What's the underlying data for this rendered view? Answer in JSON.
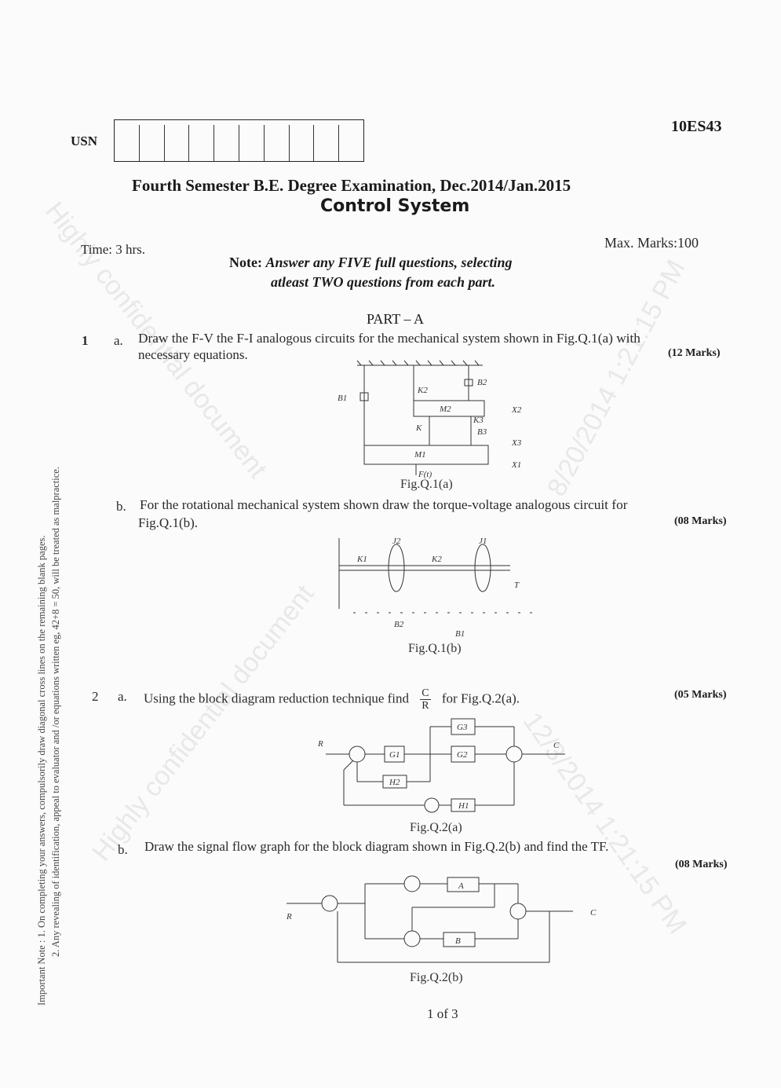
{
  "header": {
    "usn_label": "USN",
    "usn_boxes": 10,
    "subject_code": "10ES43",
    "exam_title": "Fourth Semester B.E. Degree Examination, Dec.2014/Jan.2015",
    "subject_name": "Control System",
    "time": "Time: 3 hrs.",
    "max_marks": "Max. Marks:100",
    "note_label": "Note:",
    "note_line1": "Answer any FIVE full questions, selecting",
    "note_line2": "atleast TWO questions from each part."
  },
  "side_note": {
    "line1": "Important Note : 1.  On completing your answers, compulsorily draw diagonal cross lines on the remaining blank pages.",
    "line2": "2. Any revealing of identification, appeal to evaluator and /or equations written eg, 42+8 = 50, will be treated as malpractice."
  },
  "watermark": "Highly confidential document - 8/20/2014 1:21:15 PM",
  "part_a": {
    "heading": "PART – A",
    "q1": {
      "number": "1",
      "a_label": "a.",
      "a_text1": "Draw the F-V the F-I analogous circuits for the mechanical system shown in Fig.Q.1(a) with",
      "a_text2": "necessary equations.",
      "a_marks": "(12 Marks)",
      "fig_a_caption": "Fig.Q.1(a)",
      "fig_a_labels": {
        "b1": "B1",
        "k2": "K2",
        "b2": "B2",
        "m2": "M2",
        "k": "K",
        "k3": "K3",
        "b3": "B3",
        "m1": "M1",
        "f": "F(t)",
        "x1": "X1",
        "x2": "X2",
        "x3": "X3"
      },
      "b_label": "b.",
      "b_text1": "For the rotational mechanical system shown draw the torque-voltage analogous circuit for",
      "b_text2": "Fig.Q.1(b).",
      "b_marks": "(08 Marks)",
      "fig_b_caption": "Fig.Q.1(b)",
      "fig_b_labels": {
        "j2": "J2",
        "j1": "J1",
        "k1": "K1",
        "k2": "K2",
        "t": "T",
        "b2": "B2",
        "b1": "B1"
      }
    },
    "q2": {
      "number": "2",
      "a_label": "a.",
      "a_text": "Using the block diagram reduction technique find",
      "a_frac_num": "C",
      "a_frac_den": "R",
      "a_text_after": "for Fig.Q.2(a).",
      "a_marks": "(05 Marks)",
      "fig_a_caption": "Fig.Q.2(a)",
      "fig_a_labels": {
        "r": "R",
        "c": "C",
        "g1": "G1",
        "g2": "G2",
        "g3": "G3",
        "h1": "H1",
        "h2": "H2"
      },
      "b_label": "b.",
      "b_text": "Draw the signal flow graph for the block diagram shown in Fig.Q.2(b) and find the TF.",
      "b_marks": "(08 Marks)",
      "fig_b_caption": "Fig.Q.2(b)",
      "fig_b_labels": {
        "r": "R",
        "c": "C",
        "a": "A",
        "b": "B"
      }
    }
  },
  "footer": {
    "page": "1 of 3"
  }
}
